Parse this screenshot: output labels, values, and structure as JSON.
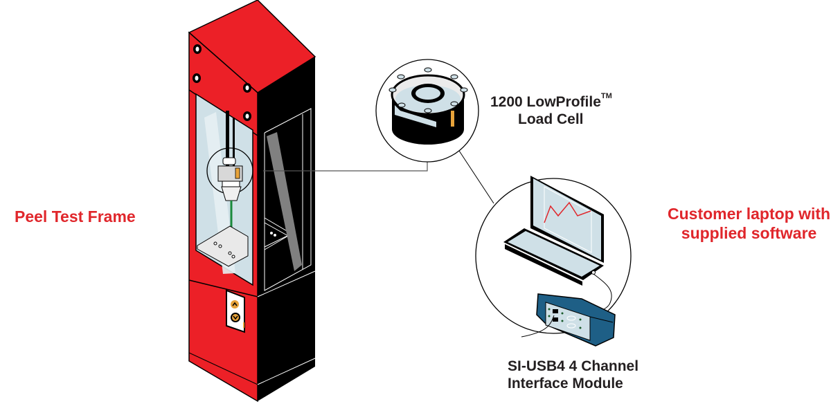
{
  "diagram": {
    "title": "Peel test system setup",
    "colors": {
      "frame_red": "#ec2027",
      "frame_black": "#000000",
      "glass": "#cfe0e7",
      "accent_orange": "#e8a33a",
      "cable_green": "#1a8a3c",
      "chart_line": "#e0262b",
      "module_blue": "#1e5f86",
      "label_red": "#e0262b",
      "label_dark": "#231f20"
    },
    "labels": {
      "frame": "Peel Test Frame",
      "load_cell": {
        "line1": "1200 LowProfile",
        "trademark": "TM",
        "line2": "Load Cell"
      },
      "laptop": {
        "line1": "Customer laptop with",
        "line2": "supplied software"
      },
      "module": {
        "line1": "SI-USB4 4 Channel",
        "line2": "Interface Module"
      }
    },
    "components": [
      {
        "id": "peel-test-frame",
        "icon": "test-frame-icon"
      },
      {
        "id": "load-cell",
        "icon": "load-cell-icon"
      },
      {
        "id": "laptop",
        "icon": "laptop-icon"
      },
      {
        "id": "interface-module",
        "icon": "usb-interface-module-icon"
      }
    ],
    "connections": [
      {
        "from": "load-cell-detail",
        "to": "frame-load-cell"
      },
      {
        "from": "load-cell-detail",
        "to": "laptop-detail"
      },
      {
        "from": "interface-module",
        "to": "laptop"
      }
    ]
  }
}
